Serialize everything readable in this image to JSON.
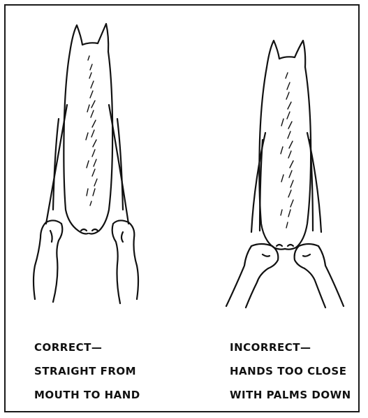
{
  "panels": [
    {
      "id": "correct",
      "caption_lines": [
        "CORRECT—",
        "STRAIGHT FROM",
        "MOUTH TO HAND"
      ]
    },
    {
      "id": "incorrect",
      "caption_lines": [
        "INCORRECT—",
        "HANDS TOO CLOSE",
        "WITH PALMS DOWN"
      ]
    }
  ],
  "colors": {
    "ink": "#111111",
    "background": "#ffffff"
  }
}
